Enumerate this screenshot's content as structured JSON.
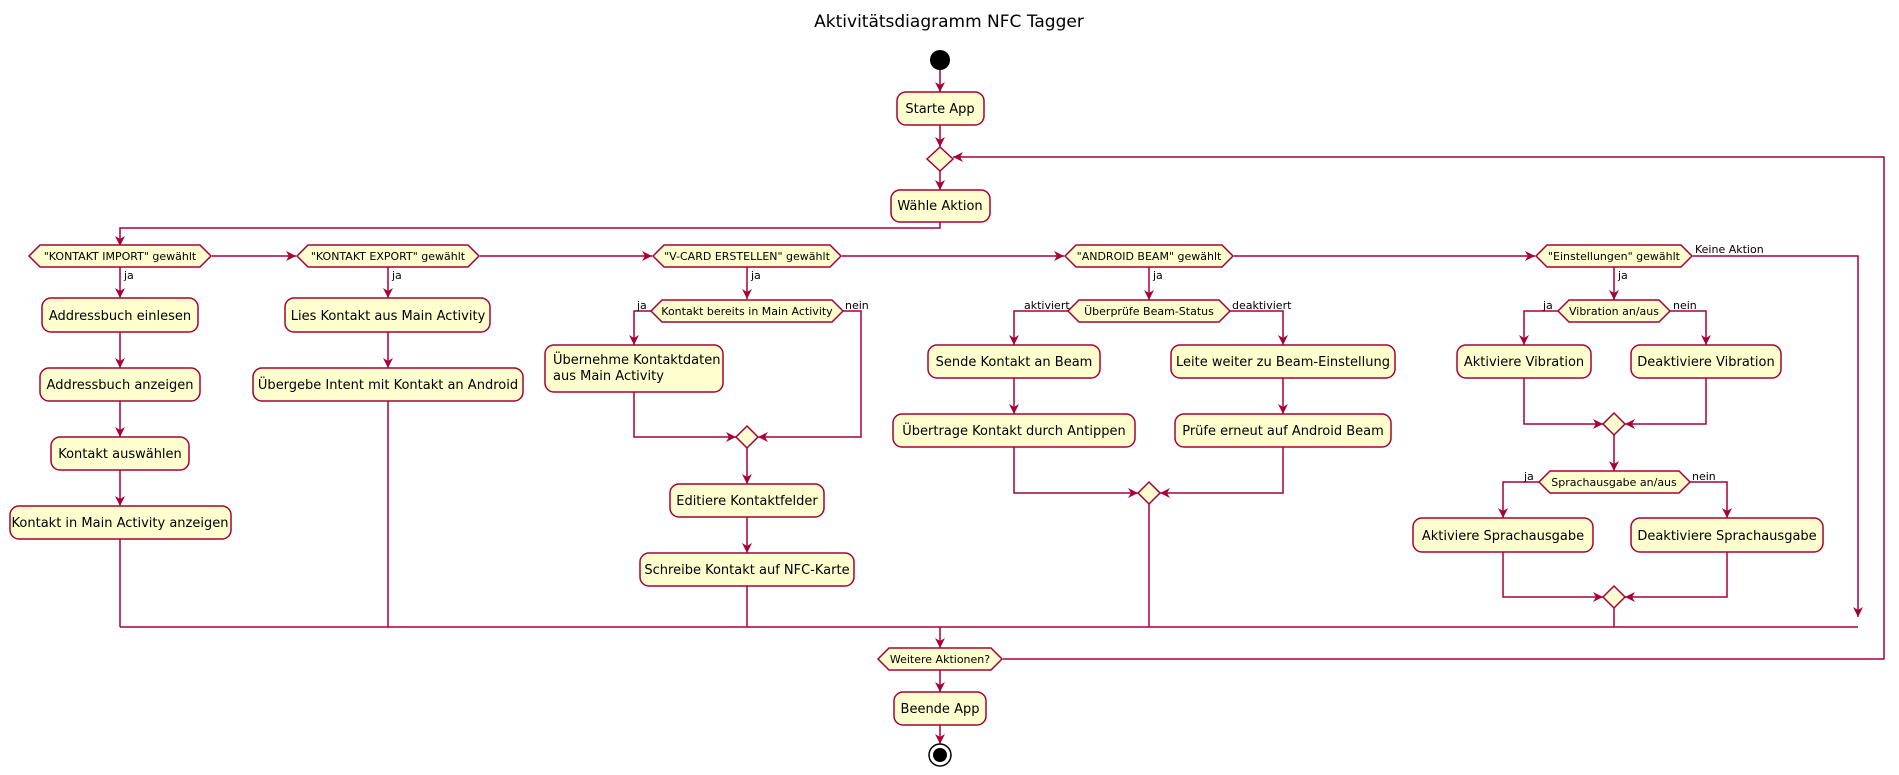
{
  "title": "Aktivitätsdiagramm NFC Tagger",
  "colors": {
    "line": "#A80036",
    "node_fill": "#FEFECE",
    "node_stroke": "#A80036",
    "text": "#000000",
    "background": "#FFFFFF"
  },
  "actions": {
    "starte_app": "Starte App",
    "waehle_aktion": "Wähle Aktion",
    "import_1": "Addressbuch einlesen",
    "import_2": "Addressbuch anzeigen",
    "import_3": "Kontakt auswählen",
    "import_4": "Kontakt in Main Activity anzeigen",
    "export_1": "Lies Kontakt aus Main Activity",
    "export_2": "Übergebe Intent mit Kontakt an Android",
    "vcard_uebernehme_1": "Übernehme Kontaktdaten",
    "vcard_uebernehme_2": "aus Main Activity",
    "vcard_editiere": "Editiere Kontaktfelder",
    "vcard_schreibe": "Schreibe Kontakt auf NFC-Karte",
    "beam_sende": "Sende Kontakt an Beam",
    "beam_uebertrage": "Übertrage Kontakt durch Antippen",
    "beam_leite": "Leite weiter zu Beam-Einstellung",
    "beam_pruefe": "Prüfe erneut auf Android Beam",
    "einst_akt_vib": "Aktiviere Vibration",
    "einst_deakt_vib": "Deaktiviere Vibration",
    "einst_akt_sprache": "Aktiviere Sprachausgabe",
    "einst_deakt_sprache": "Deaktiviere Sprachausgabe",
    "beende_app": "Beende App"
  },
  "decisions": {
    "import": "\"KONTAKT IMPORT\" gewählt",
    "export": "\"KONTAKT EXPORT\" gewählt",
    "vcard": "\"V-CARD ERSTELLEN\" gewählt",
    "vcard_check": "Kontakt bereits in Main Activity",
    "beam": "\"ANDROID BEAM\" gewählt",
    "beam_status": "Überprüfe Beam-Status",
    "einstellungen": "\"Einstellungen\" gewählt",
    "vibration": "Vibration an/aus",
    "sprache": "Sprachausgabe an/aus",
    "weitere": "Weitere Aktionen?"
  },
  "branch_labels": {
    "ja": "ja",
    "nein": "nein",
    "aktiviert": "aktiviert",
    "deaktiviert": "deaktiviert",
    "keine_aktion": "Keine Aktion"
  }
}
